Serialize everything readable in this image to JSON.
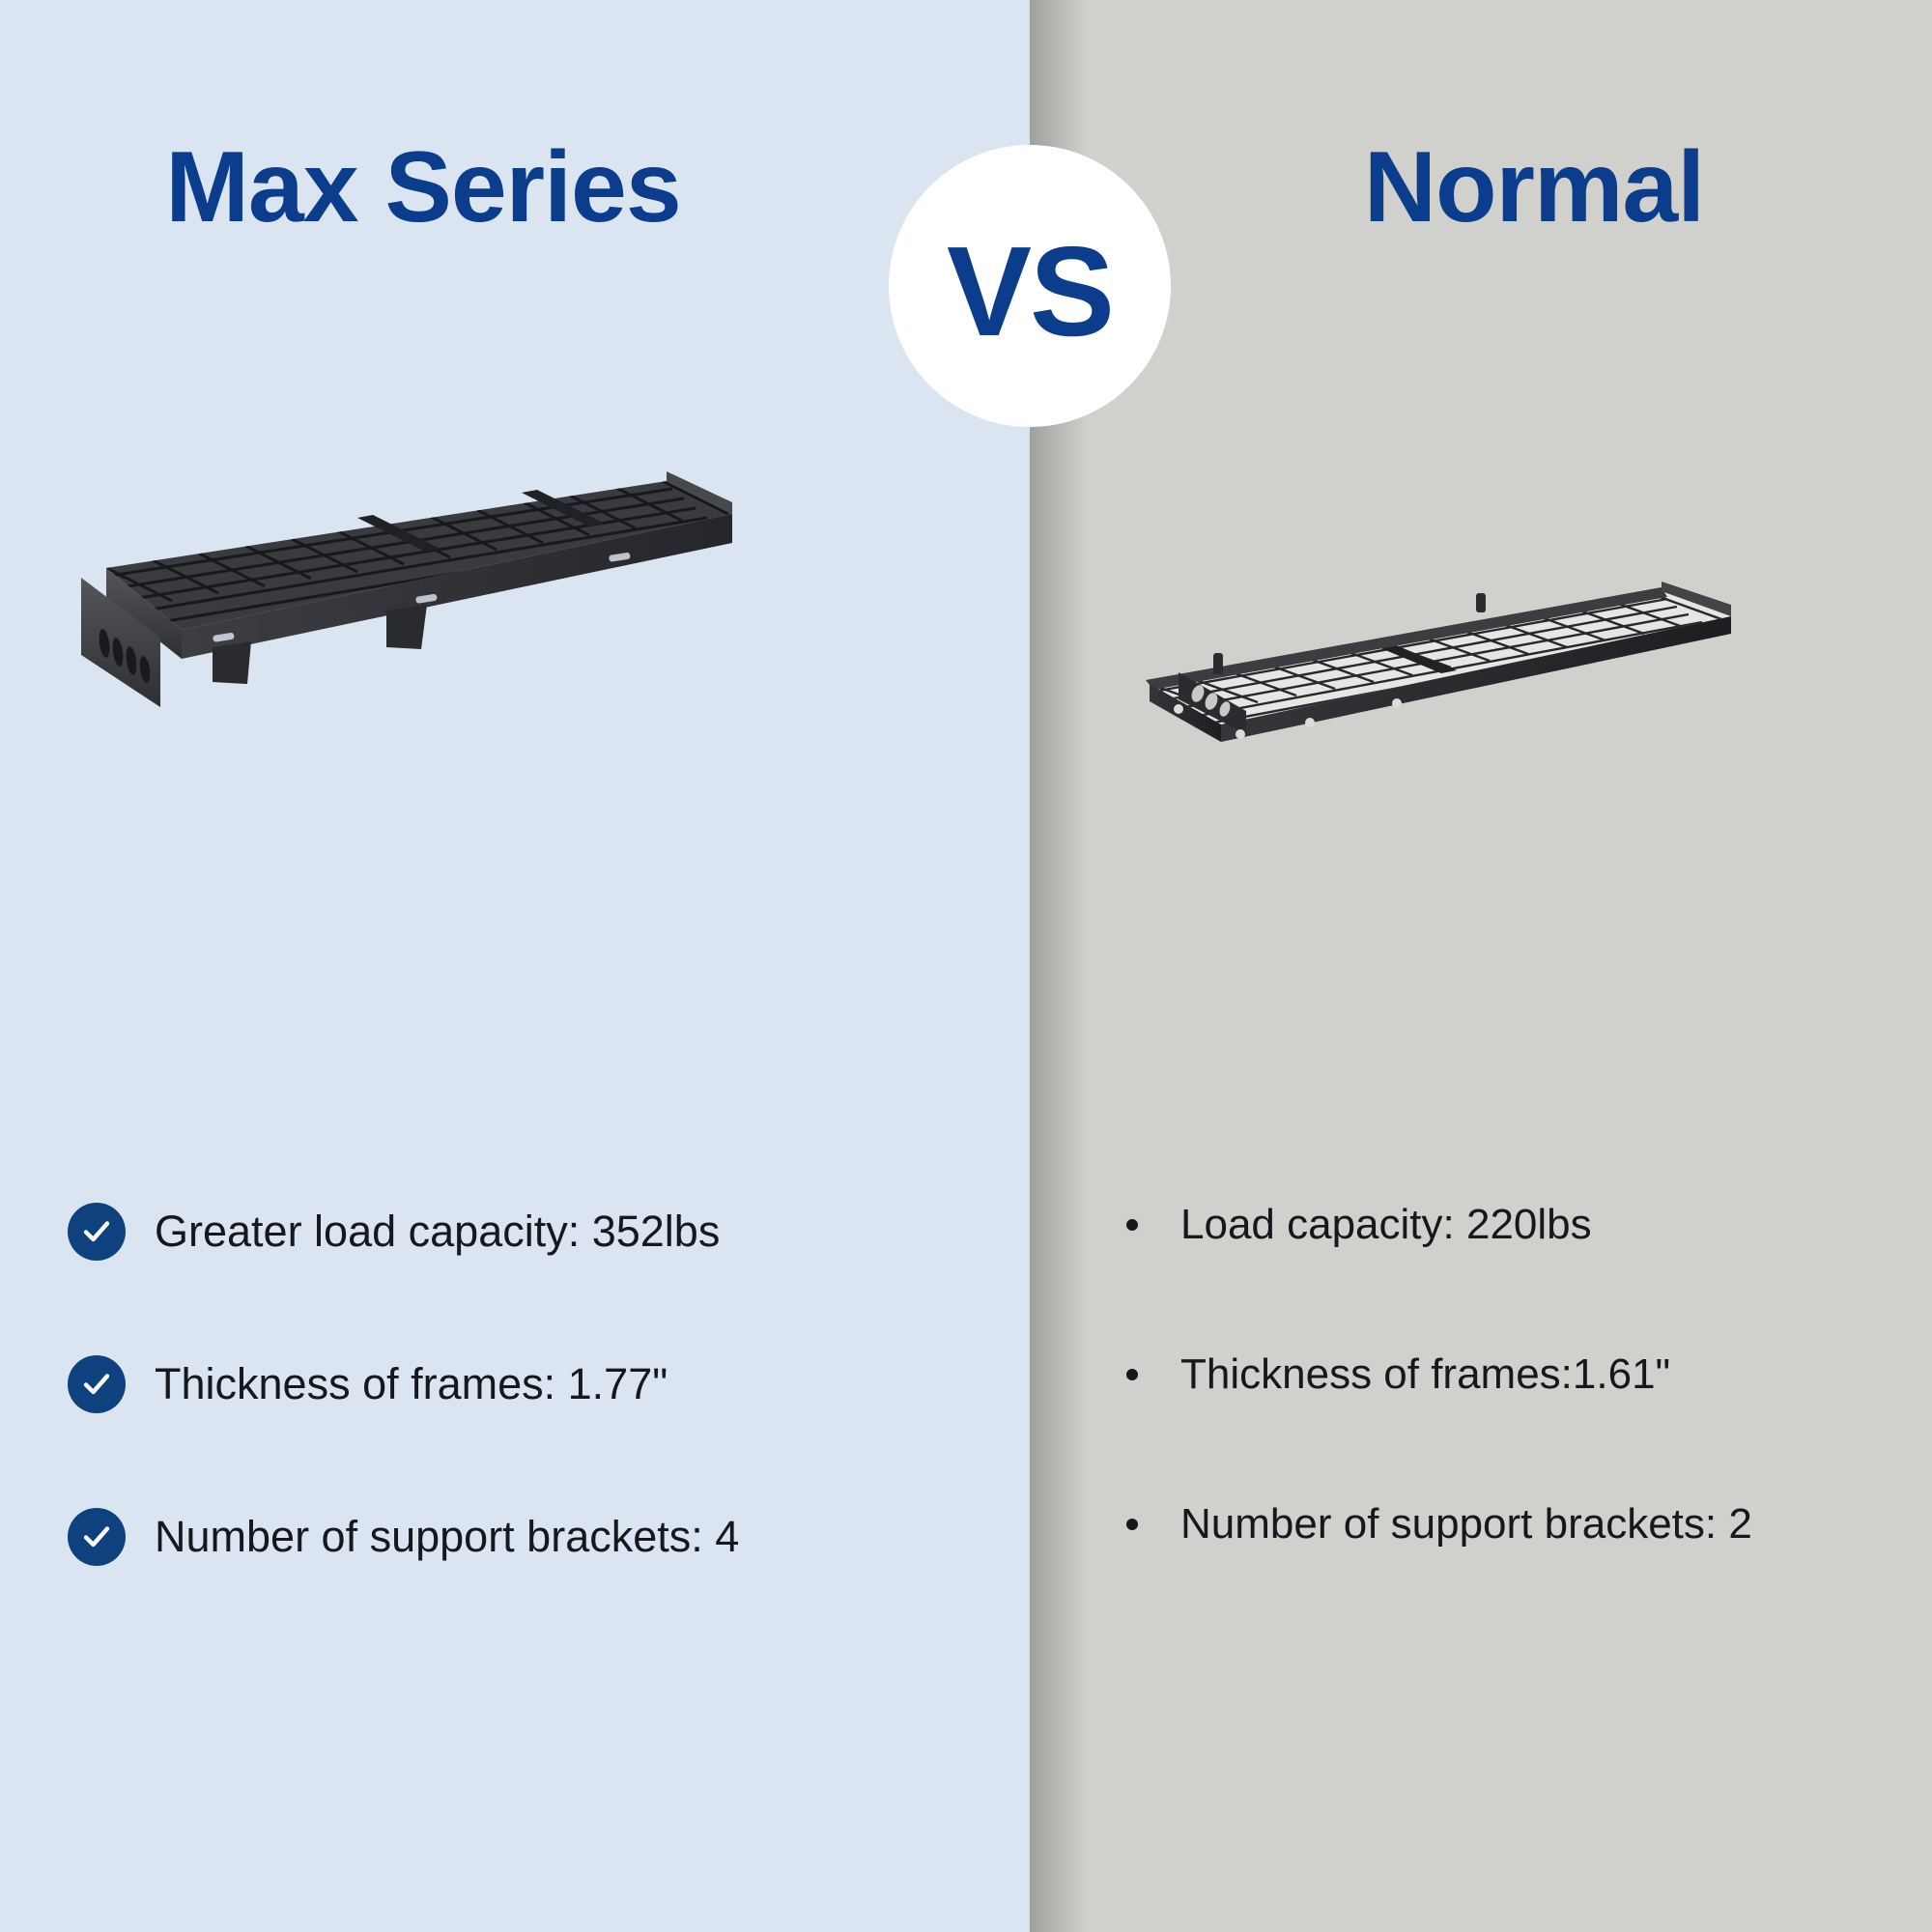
{
  "colors": {
    "left_background": "#dbe5f1",
    "right_background": "#d0d0cd",
    "heading": "#0b3d8c",
    "badge_background": "#ffffff",
    "check_circle": "#10417f",
    "check_mark": "#ffffff",
    "body_text": "#16181d",
    "bullet_dot": "#16181d"
  },
  "badge": {
    "label": "VS",
    "icon": "vs-badge-circle"
  },
  "left": {
    "title": "Max Series",
    "product": {
      "name": "max-series-overhead-garage-rack",
      "description": "Black steel overhead garage storage rack with welded wire mesh deck, perforated side panel and four support brackets"
    },
    "bullet_icon": "check-circle-icon",
    "features": [
      {
        "text": "Greater load capacity: 352lbs"
      },
      {
        "text": "Thickness of frames: 1.77\""
      },
      {
        "text": "Number of support brackets: 4"
      }
    ]
  },
  "right": {
    "title": "Normal",
    "product": {
      "name": "normal-overhead-garage-rack",
      "description": "Thinner black steel overhead garage storage rack with fine wire grid deck and two support brackets"
    },
    "bullet_icon": "dot-bullet-icon",
    "features": [
      {
        "text": "Load capacity: 220lbs"
      },
      {
        "text": "Thickness of frames:1.61\""
      },
      {
        "text": "Number of support brackets: 2"
      }
    ]
  },
  "comparison_data": {
    "type": "table",
    "title": "Max Series vs Normal",
    "columns": [
      "Max Series",
      "Normal"
    ],
    "rows": [
      {
        "attribute": "Load capacity",
        "max_series": "352lbs",
        "normal": "220lbs"
      },
      {
        "attribute": "Thickness of frames",
        "max_series": "1.77\"",
        "normal": "1.61\""
      },
      {
        "attribute": "Number of support brackets",
        "max_series": "4",
        "normal": "2"
      }
    ]
  }
}
